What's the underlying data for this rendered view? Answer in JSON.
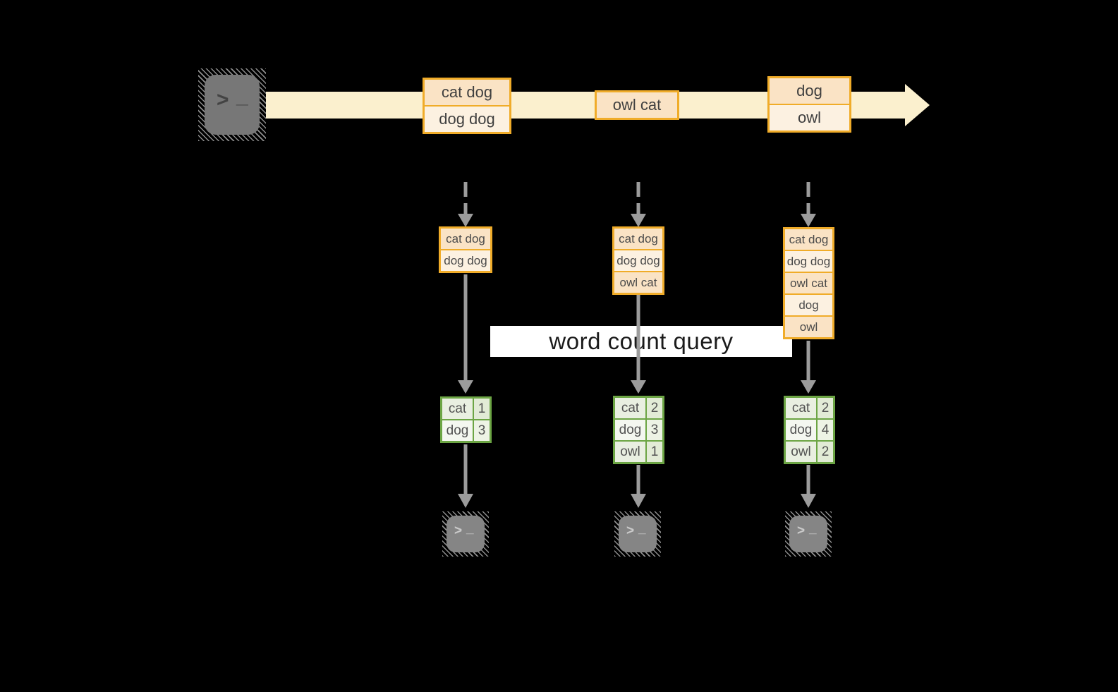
{
  "diagram": {
    "query_label": "word count query",
    "stream_batches": [
      {
        "items": [
          "cat dog",
          "dog dog"
        ]
      },
      {
        "items": [
          "owl cat"
        ]
      },
      {
        "items": [
          "dog",
          "owl"
        ]
      }
    ],
    "buffers": [
      {
        "items": [
          "cat dog",
          "dog dog"
        ]
      },
      {
        "items": [
          "cat dog",
          "dog dog",
          "owl cat"
        ]
      },
      {
        "items": [
          "cat dog",
          "dog dog",
          "owl cat",
          "dog",
          "owl"
        ]
      }
    ],
    "results": [
      {
        "rows": [
          [
            "cat",
            "1"
          ],
          [
            "dog",
            "3"
          ]
        ]
      },
      {
        "rows": [
          [
            "cat",
            "2"
          ],
          [
            "dog",
            "3"
          ],
          [
            "owl",
            "1"
          ]
        ]
      },
      {
        "rows": [
          [
            "cat",
            "2"
          ],
          [
            "dog",
            "4"
          ],
          [
            "owl",
            "2"
          ]
        ]
      }
    ],
    "icons": {
      "terminal_prompt": ">",
      "terminal_cursor": "_"
    },
    "colors": {
      "background": "#000000",
      "stream_band": "#FBF0CE",
      "box_border": "#F0AC29",
      "box_cell_dark": "#FAE3C5",
      "box_cell_light": "#FCF1E1",
      "table_border": "#6CA544",
      "table_cell_sage": "#E9EFE1",
      "table_cell_white": "#F4F7F0",
      "arrow_gray": "#9C9C9C",
      "query_band_bg": "#FFFFFF",
      "terminal_gray": "#777777"
    }
  }
}
